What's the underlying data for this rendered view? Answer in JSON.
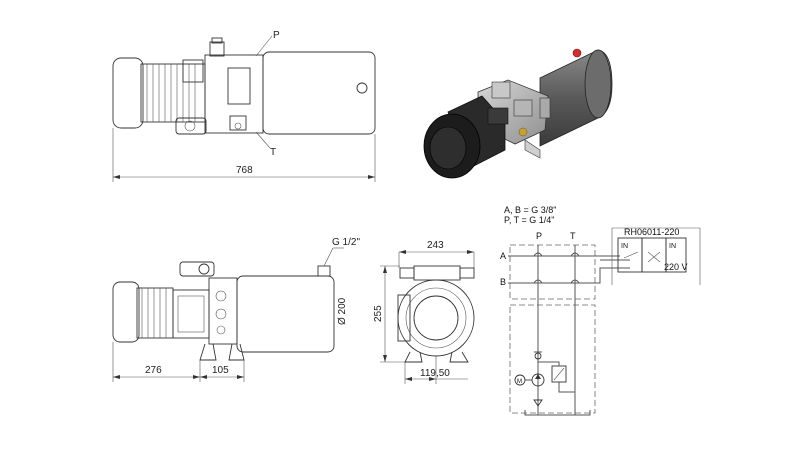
{
  "drawing": {
    "top_view": {
      "label_p": "P",
      "label_t": "T",
      "length_dim": "768"
    },
    "side_view": {
      "port_label": "G 1/2\"",
      "diameter_dim": "Ø 200",
      "dim_motor": "276",
      "dim_block": "105"
    },
    "end_view": {
      "width_dim": "243",
      "height_dim": "255",
      "base_dim": "119,50"
    },
    "schematic": {
      "note_line1": "A, B = G 3/8\"",
      "note_line2": "P, T = G 1/4\"",
      "port_p": "P",
      "port_t": "T",
      "port_a": "A",
      "port_b": "B",
      "valve_code": "RH06011-220",
      "voltage": "220 V",
      "coil_in_left": "IN",
      "coil_in_right": "IN"
    }
  },
  "colors": {
    "line": "#333333",
    "tank_red_cap": "#d32f2f",
    "render_body": "#4a4a4a",
    "render_motor": "#1c1c1c"
  }
}
